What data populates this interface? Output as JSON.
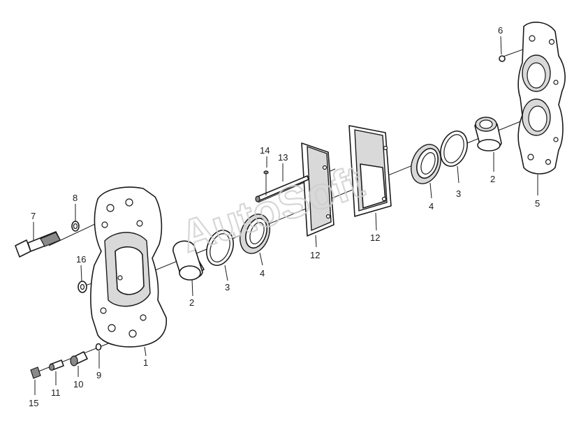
{
  "watermark": "AutoSoft",
  "callouts": {
    "c1": "1",
    "c2a": "2",
    "c2b": "2",
    "c3a": "3",
    "c3b": "3",
    "c4a": "4",
    "c4b": "4",
    "c5": "5",
    "c6": "6",
    "c7": "7",
    "c8": "8",
    "c9": "9",
    "c10": "10",
    "c11": "11",
    "c12a": "12",
    "c12b": "12",
    "c13": "13",
    "c14": "14",
    "c15": "15",
    "c16": "16"
  }
}
